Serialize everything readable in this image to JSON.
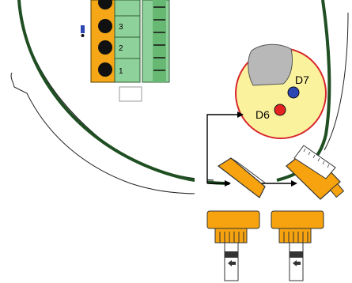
{
  "terminal_block": {
    "numbers": [
      "3",
      "2",
      "1"
    ]
  },
  "zoom_detail": {
    "led_labels": [
      "D7",
      "D6"
    ],
    "colors": {
      "disc": "#fbf29e",
      "disc_border": "#d8262d",
      "led_d7": "#2c46b4",
      "led_d6": "#e52421",
      "component": "#b8b8b8"
    }
  },
  "colors": {
    "housing_ring": "#1f4f22",
    "terminal_orange": "#f5a717",
    "terminal_green": "#8fd19a",
    "connector_orange": "#f6a30f",
    "arrow": "#000000"
  },
  "icons": [
    "arrow-right-icon",
    "left-arrow-marker-icon"
  ]
}
